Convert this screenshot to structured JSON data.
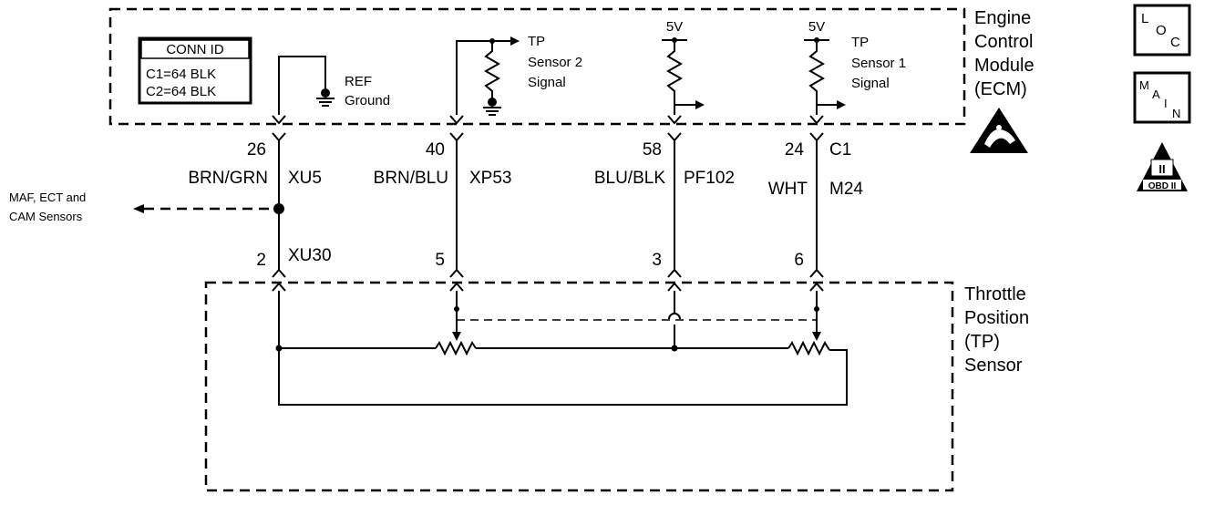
{
  "ecm": {
    "label_lines": [
      "Engine",
      "Control",
      "Module",
      "(ECM)"
    ],
    "conn_id_title": "CONN ID",
    "conn_id_rows": [
      "C1=64 BLK",
      "C2=64 BLK"
    ],
    "ref_ground_lines": [
      "REF",
      "Ground"
    ],
    "tp2_lines": [
      "TP",
      "Sensor 2",
      "Signal"
    ],
    "tp1_lines": [
      "TP",
      "Sensor 1",
      "Signal"
    ],
    "supply_a": "5V",
    "supply_b": "5V",
    "connector": "C1"
  },
  "tp_sensor": {
    "label_lines": [
      "Throttle",
      "Position",
      "(TP)",
      "Sensor"
    ]
  },
  "external": {
    "label_lines": [
      "MAF, ECT and",
      "CAM Sensors"
    ]
  },
  "circuits": [
    {
      "ecm_pin": "26",
      "color": "BRN/GRN",
      "circuit": "XU5",
      "sensor_pin": "2",
      "splice": "XU30"
    },
    {
      "ecm_pin": "40",
      "color": "BRN/BLU",
      "circuit": "XP53",
      "sensor_pin": "5"
    },
    {
      "ecm_pin": "58",
      "color": "BLU/BLK",
      "circuit": "PF102",
      "sensor_pin": "3"
    },
    {
      "ecm_pin": "24",
      "color": "WHT",
      "circuit": "M24",
      "sensor_pin": "6"
    }
  ],
  "icons": {
    "loc": [
      "L",
      "O",
      "C"
    ],
    "main": [
      "M",
      "A",
      "I",
      "N"
    ],
    "obd": [
      "II",
      "OBD II"
    ]
  }
}
